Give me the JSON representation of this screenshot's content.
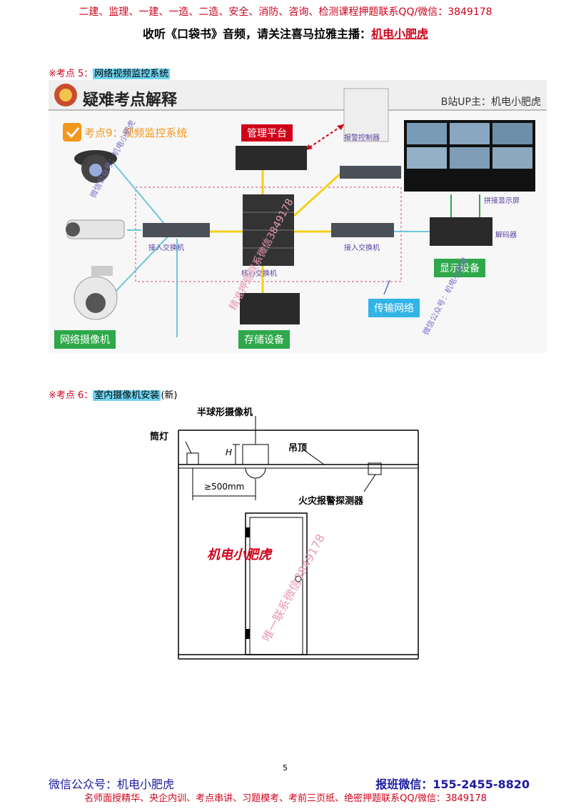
{
  "header": {
    "line1": "二建、监理、一建、一造、二造、安全、消防、咨询、检测课程押题联系QQ/微信：3849178",
    "line2_prefix": "收听《口袋书》音频，请关注喜马拉雅主播：",
    "line2_name": "机电小肥虎"
  },
  "point5": {
    "prefix": "※考点 5：",
    "title": "网络视频监控系统"
  },
  "figure1": {
    "banner_title": "疑难考点解释",
    "up_label": "B站UP主：机电小肥虎",
    "kaodian": "考点9：视频监控系统",
    "mgmt": "管理平台",
    "alarm": "报警控制器",
    "access_switch_left": "接入交换机",
    "core_switch": "核心交换机",
    "access_switch_right": "接入交换机",
    "splice_screen": "拼接显示屏",
    "decoder": "解码器",
    "display": "显示设备",
    "transport": "传输网络",
    "storage": "存储设备",
    "camera": "网络摄像机",
    "watermark_a": "微信公众号：机电小肥虎",
    "watermark_b": "精准押题联系微信3849178",
    "watermark_c": "微信公众号：机电小肥虎"
  },
  "point6": {
    "prefix": "※考点 6：",
    "title": "室内摄像机安装",
    "suffix": "(新)"
  },
  "figure2": {
    "dome": "半球形摄像机",
    "downlight": "筒灯",
    "ceiling": "吊顶",
    "h_label": "H",
    "distance": "≥500mm",
    "detector": "火灾报警探测器",
    "watermark_name": "机电小肥虎",
    "watermark_contact": "唯一联系微信3849178"
  },
  "page_number": "5",
  "footer": {
    "left": "微信公众号：机电小肥虎",
    "right": "报班微信：155-2455-8820",
    "bottom": "名师面授精华、央企内训、考点串讲、习题模考、考前三页纸、绝密押题联系QQ/微信：3849178"
  }
}
